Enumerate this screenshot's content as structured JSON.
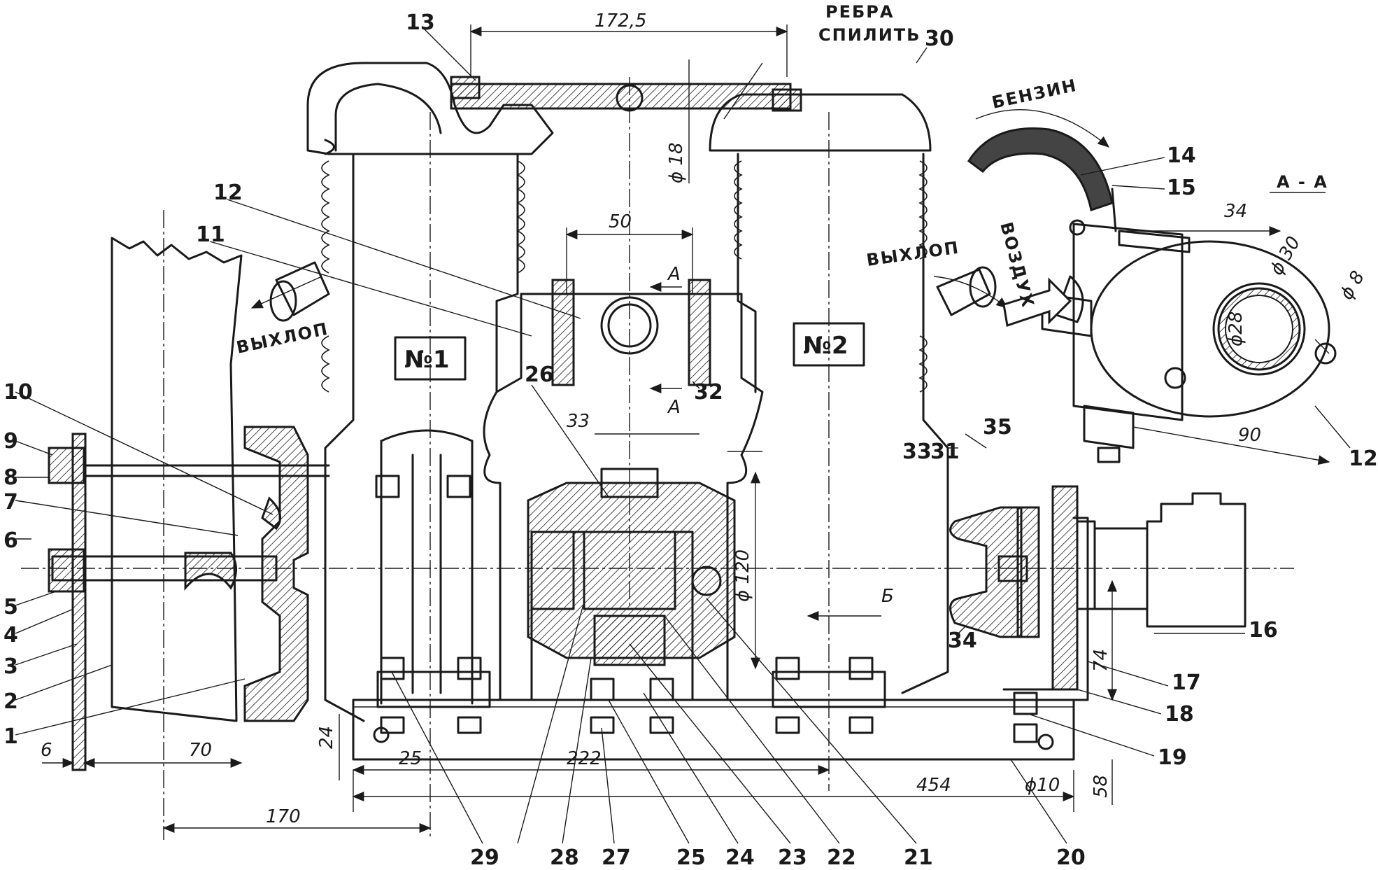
{
  "labels": {
    "ribs_line1": "РЕБРА",
    "ribs_line2": "СПИЛИТЬ",
    "petrol": "БЕНЗИН",
    "air": "ВОЗДУХ",
    "exhaust_left": "ВЫХЛОП",
    "exhaust_right": "ВЫХЛОП",
    "cyl1": "№1",
    "cyl2": "№2",
    "section": "А - А",
    "arrow_a_top": "А",
    "arrow_a_bottom": "А",
    "view_b": "Б"
  },
  "dimensions": {
    "d172": "172,5",
    "d18": "ϕ 18",
    "d50": "50",
    "d33": "33",
    "d120": "ϕ 120",
    "d34": "34",
    "d30": "ϕ 30",
    "d28": "ϕ28",
    "d8": "ϕ 8",
    "d90": "90",
    "d74": "74",
    "d58": "58",
    "d454": "454",
    "d10": "ϕ10",
    "d222": "222",
    "d25": "25",
    "d24": "24",
    "d6": "6",
    "d70": "70",
    "d170": "170"
  },
  "callouts": {
    "n1": "1",
    "n2": "2",
    "n3": "3",
    "n4": "4",
    "n5": "5",
    "n6": "6",
    "n7": "7",
    "n8": "8",
    "n9": "9",
    "n10": "10",
    "n11": "11",
    "n12": "12",
    "n12b": "12",
    "n13": "13",
    "n14": "14",
    "n15": "15",
    "n16": "16",
    "n17": "17",
    "n18": "18",
    "n19": "19",
    "n20": "20",
    "n21": "21",
    "n22": "22",
    "n23": "23",
    "n24": "24",
    "n25": "25",
    "n27": "27",
    "n26": "26",
    "n28": "28",
    "n29": "29",
    "n30": "30",
    "n31": "31",
    "n32": "32",
    "n33": "33",
    "n34": "34",
    "n35": "35"
  }
}
